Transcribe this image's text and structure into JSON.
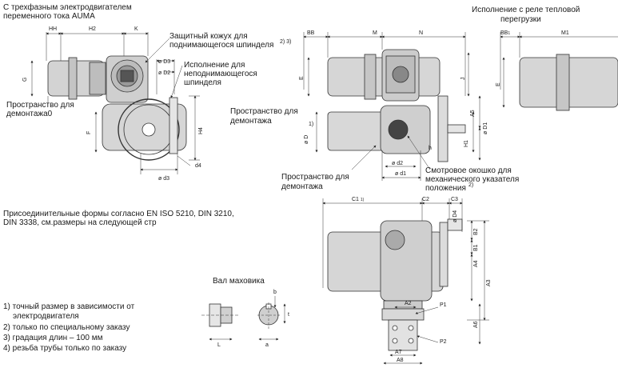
{
  "texts": {
    "title1": "С трехфазным электродвигателем",
    "title2": "переменного тока AUMA",
    "relay1": "Исполнение с реле тепловой",
    "relay2": "перегрузки",
    "cover1": "Защитный кожух для",
    "cover2": "поднимающегося шпинделя",
    "cover_sup": "2) 3)",
    "nonrise1": "Исполнение для",
    "nonrise2": "неподнимающегося",
    "nonrise3": "шпинделя",
    "space_a1": "Пространство для",
    "space_a2": "демонтажа0",
    "space_b1": "Пространство для",
    "space_b2": "демонтажа",
    "space_c1": "Пространство для",
    "space_c2": "демонтажа",
    "window1": "Смотровое окошко для",
    "window2": "механического указателя",
    "window3": "положения",
    "window_sup": "2)",
    "flanges1": "Присоединительные формы согласно EN ISO 5210, DIN 3210,",
    "flanges2": "DIN 3338, см.размеры на следующей стр",
    "handwheel": "Вал маховика",
    "note1a": "1) точный размер в зависимости от",
    "note1b": "электродвигателя",
    "note2": "2) только по специальному заказу",
    "note3": "3) градация длин – 100 мм",
    "note4": "4) резьба трубы только по заказу"
  },
  "dims": {
    "HH": "HH",
    "H2": "H2",
    "K": "K",
    "G": "G",
    "F": "F",
    "H4": "H4",
    "D3": "ø D3",
    "D2": "ø D2",
    "d3": "ø d3",
    "d4": "d4",
    "BB": "BB",
    "M": "M",
    "N": "N",
    "E": "E",
    "J": "J",
    "D1_sup": "1)",
    "D": "ø D",
    "d2": "ø d2",
    "d1": "ø d1",
    "A5": "A5",
    "H1": "H1",
    "D1": "ø D1",
    "h": "h",
    "BB1": "BB",
    "BB1_sub": "1",
    "M1": "M1",
    "E2": "E",
    "C1": "C1",
    "C1_sup": "1)",
    "C2": "C2",
    "C3": "C3",
    "D4": "ø D4",
    "B2": "B2",
    "B1": "B1",
    "A4": "A4",
    "A3": "A3",
    "A2": "A2",
    "P1": "P1",
    "A6": "A6",
    "P2": "P2",
    "A7": "A7",
    "A8": "A8",
    "b": "b",
    "t": "t",
    "L": "L",
    "a": "a"
  }
}
